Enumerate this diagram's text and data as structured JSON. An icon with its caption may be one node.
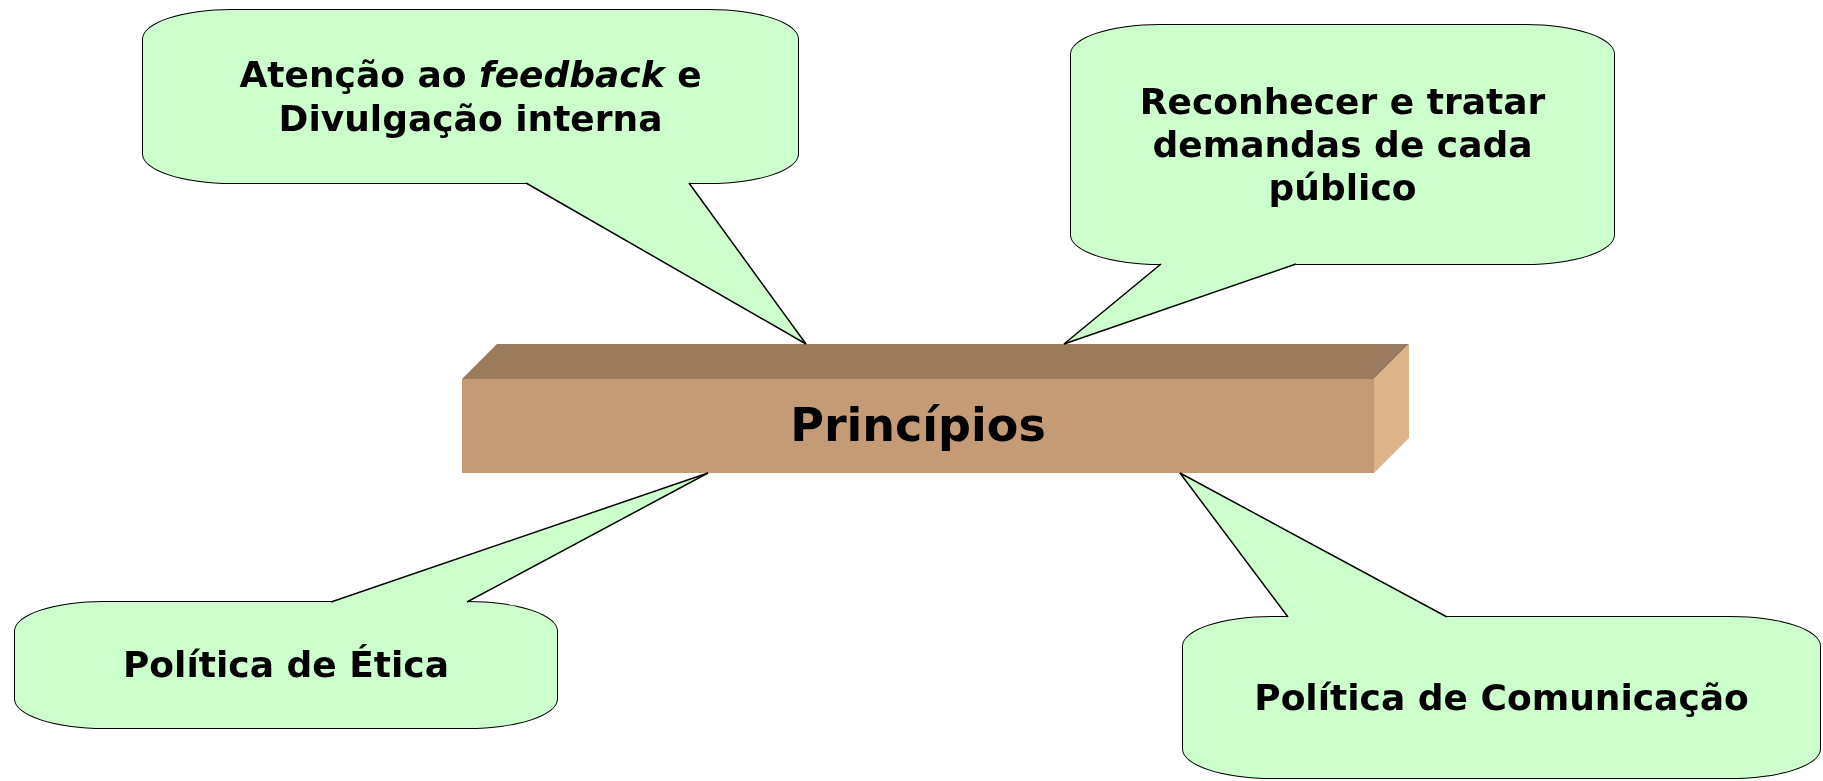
{
  "diagram": {
    "nodes": [
      {
        "text": [
          "Princípios"
        ]
      },
      {
        "text": [
          "Atenção ao *feedback* e Divulgação interna"
        ]
      },
      {
        "text": [
          "Reconhecer e tratar demandas de cada público"
        ]
      },
      {
        "text": [
          "Política de Ética"
        ]
      },
      {
        "text": [
          "Política de Comunicação"
        ]
      }
    ],
    "edges": [
      {
        "from": 1,
        "to": 0,
        "arrow": "none"
      },
      {
        "from": 2,
        "to": 0,
        "arrow": "none"
      },
      {
        "from": 3,
        "to": 0,
        "arrow": "none"
      },
      {
        "from": 4,
        "to": 0,
        "arrow": "none"
      }
    ]
  }
}
